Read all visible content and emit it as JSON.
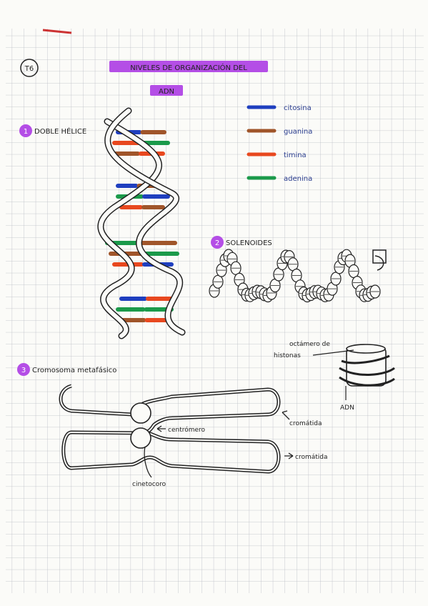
{
  "page_number": "T6",
  "title_line1": "NIVELES DE ORGANIZACIÓN DEL",
  "title_line2": "ADN",
  "sections": [
    {
      "number": "1",
      "label": "DOBLE HÉLICE"
    },
    {
      "number": "2",
      "label": "SOLENOIDES"
    },
    {
      "number": "3",
      "label": "Cromosoma metafásico"
    }
  ],
  "legend": [
    {
      "color": "#1f3fbf",
      "label": "citosina"
    },
    {
      "color": "#a0552a",
      "label": "guanina"
    },
    {
      "color": "#e8481f",
      "label": "timina"
    },
    {
      "color": "#1b9a4a",
      "label": "adenina"
    }
  ],
  "nucleosome_labels": {
    "octamer": "octámero de histonas",
    "dna": "ADN"
  },
  "chromosome_labels": {
    "chromatid_top": "cromátida",
    "centromere": "centrómero",
    "chromatid_bottom": "cromátida",
    "kinetochore": "cinetocoro"
  },
  "colors": {
    "highlight": "#b44ee6",
    "grid": "#b9bcc4",
    "ink": "#222222"
  }
}
